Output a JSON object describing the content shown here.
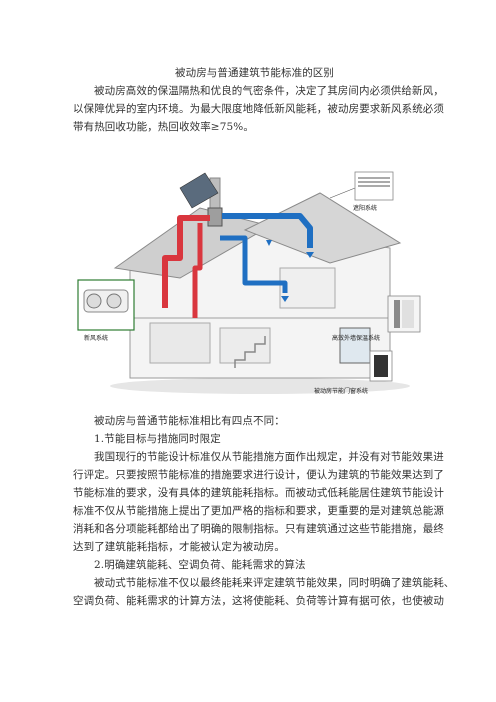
{
  "title": "被动房与普通建筑节能标准的区别",
  "intro": [
    "被动房高效的保温隔热和优良的气密条件，决定了其房间内必须供给新风，",
    "以保障优异的室内环境。为最大限度地降低新风能耗，被动房要求新风系统必须",
    "带有热回收功能，热回收效率≥75%。"
  ],
  "figure": {
    "labels": {
      "shading": "遮阳系统",
      "fresh_air": "新风系统",
      "insulation": "高效外墙保温系统",
      "windows": "被动房节能门窗系统"
    },
    "colors": {
      "hot_duct": "#d9363e",
      "cold_duct": "#1f6fc2",
      "panel": "#2e7d32"
    }
  },
  "section_intro": "被动房与普通节能标准相比有四点不同：",
  "point1": {
    "heading": "1.节能目标与措施同时限定",
    "lines": [
      "我国现行的节能设计标准仅从节能措施方面作出规定，并没有对节能效果进",
      "行评定。只要按照节能标准的措施要求进行设计，便认为建筑的节能效果达到了",
      "节能标准的要求，没有具体的建筑能耗指标。而被动式低耗能居住建筑节能设计",
      "标准不仅从节能措施上提出了更加严格的指标和要求，更重要的是对建筑总能源",
      "消耗和各分项能耗都给出了明确的限制指标。只有建筑通过这些节能措施，最终",
      "达到了建筑能耗指标，才能被认定为被动房。"
    ]
  },
  "point2": {
    "heading": "2.明确建筑能耗、空调负荷、能耗需求的算法",
    "lines": [
      "被动式节能标准不仅以最终能耗来评定建筑节能效果，同时明确了建筑能耗、",
      "空调负荷、能耗需求的计算方法，这将使能耗、负荷等计算有据可依，也使被动"
    ]
  }
}
